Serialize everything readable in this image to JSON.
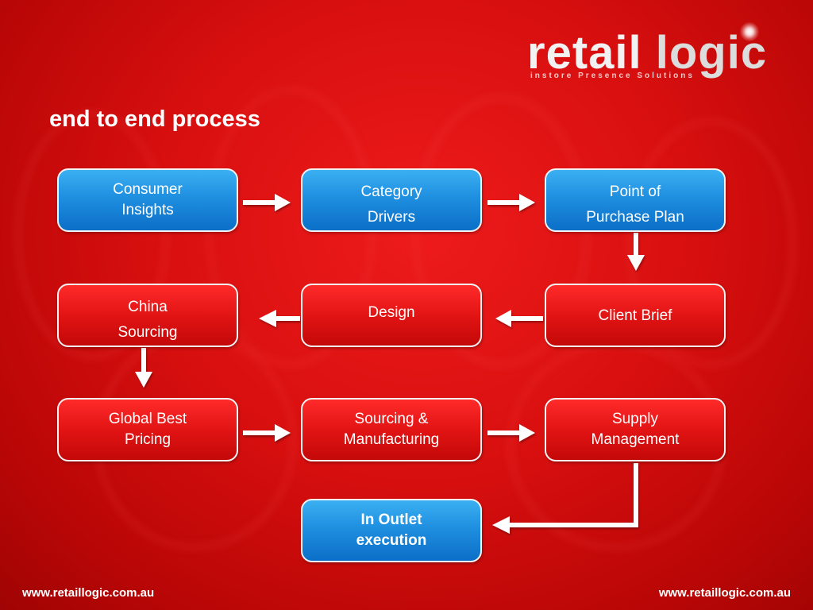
{
  "logo": {
    "word1": "retail",
    "word2": "logic",
    "tagline": "instore Presence Solutions"
  },
  "title": "end to end process",
  "nodes": {
    "consumer_insights": {
      "line1": "Consumer",
      "line2": "Insights"
    },
    "category_drivers": {
      "line1": "Category",
      "line2": "Drivers"
    },
    "point_of_purchase": {
      "line1": "Point of",
      "line2": "Purchase Plan"
    },
    "china_sourcing": {
      "line1": "China",
      "line2": "Sourcing"
    },
    "design": {
      "line1": "Design"
    },
    "client_brief": {
      "line1": "Client Brief"
    },
    "global_best_pricing": {
      "line1": "Global Best",
      "line2": "Pricing"
    },
    "sourcing_manufacturing": {
      "line1": "Sourcing &",
      "line2": "Manufacturing"
    },
    "supply_management": {
      "line1": "Supply",
      "line2": "Management"
    },
    "in_outlet_execution": {
      "line1": "In Outlet",
      "line2": "execution"
    }
  },
  "footer": {
    "left": "www.retaillogic.com.au",
    "right": "www.retaillogic.com.au"
  },
  "colors": {
    "background": "#d80f0f",
    "box_blue": "#1f8fe0",
    "box_red": "#e21414",
    "connector": "#ffffff"
  }
}
